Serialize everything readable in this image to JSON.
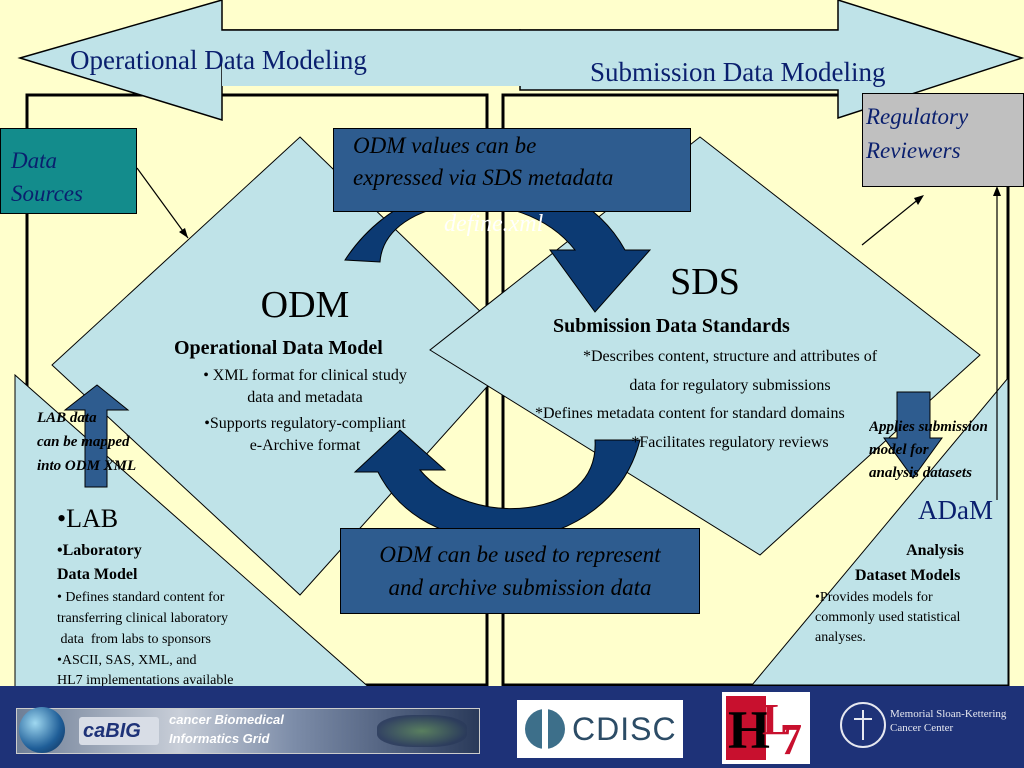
{
  "banner": {
    "operational": "Operational Data Modeling",
    "submission": "Submission Data Modeling"
  },
  "data_sources": {
    "line1": "Data",
    "line2": "Sources"
  },
  "regulatory": {
    "line1": "Regulatory",
    "line2": "Reviewers"
  },
  "callout_top": {
    "line1": "ODM values can be",
    "line2": "expressed via SDS metadata"
  },
  "define_xml": "define.xml",
  "callout_bottom": {
    "line1": "ODM can be used to represent",
    "line2": "and archive submission data"
  },
  "odm": {
    "title": "ODM",
    "subtitle": "Operational Data Model",
    "bullet1_l1": "• XML format for clinical study",
    "bullet1_l2": "data and metadata",
    "bullet2_l1": "•Supports regulatory-compliant",
    "bullet2_l2": "e-Archive format"
  },
  "sds": {
    "title": "SDS",
    "subtitle": "Submission Data Standards",
    "line1": "*Describes content, structure and attributes of",
    "line2": "data for regulatory submissions",
    "line3": "*Defines metadata content for standard domains",
    "line4": "*Facilitates regulatory reviews"
  },
  "lab_note": {
    "line1": "LAB data",
    "line2": "can be mapped",
    "line3": "into ODM XML"
  },
  "lab": {
    "title": "•LAB",
    "subtitle_l1": "•Laboratory",
    "subtitle_l2": "Data Model",
    "b1_l1": "• Defines standard content for",
    "b1_l2": "transferring clinical laboratory",
    "b1_l3": " data  from labs to sponsors",
    "b2_l1": "•ASCII, SAS, XML, and",
    "b2_l2": "HL7 implementations available"
  },
  "applies_note": {
    "line1": "Applies submission",
    "line2": "model for",
    "line3": "analysis datasets"
  },
  "adam": {
    "title": "ADaM",
    "subtitle_l1": "Analysis",
    "subtitle_l2": "Dataset Models",
    "b1_l1": "•Provides models for",
    "b1_l2": "commonly used statistical",
    "b1_l3": "analyses."
  },
  "footer": {
    "cabig_name": "caBIG",
    "cabig_l1": "cancer Biomedical",
    "cabig_l2": "Informatics Grid",
    "cdisc": "CDISC",
    "hl7_h": "H",
    "hl7_l": "L",
    "hl7_7": "7",
    "mskcc_l1": "Memorial Sloan-Kettering",
    "mskcc_l2": "Cancer Center"
  },
  "colors": {
    "background": "#FFFFCC",
    "diamond_fill": "#BFE3E8",
    "teal_box": "#138C8C",
    "navy_box": "#2E5C8F",
    "arrow_navy": "#0C3A73",
    "footer_bg": "#1E3278",
    "gray_box": "#C0C0C0"
  }
}
